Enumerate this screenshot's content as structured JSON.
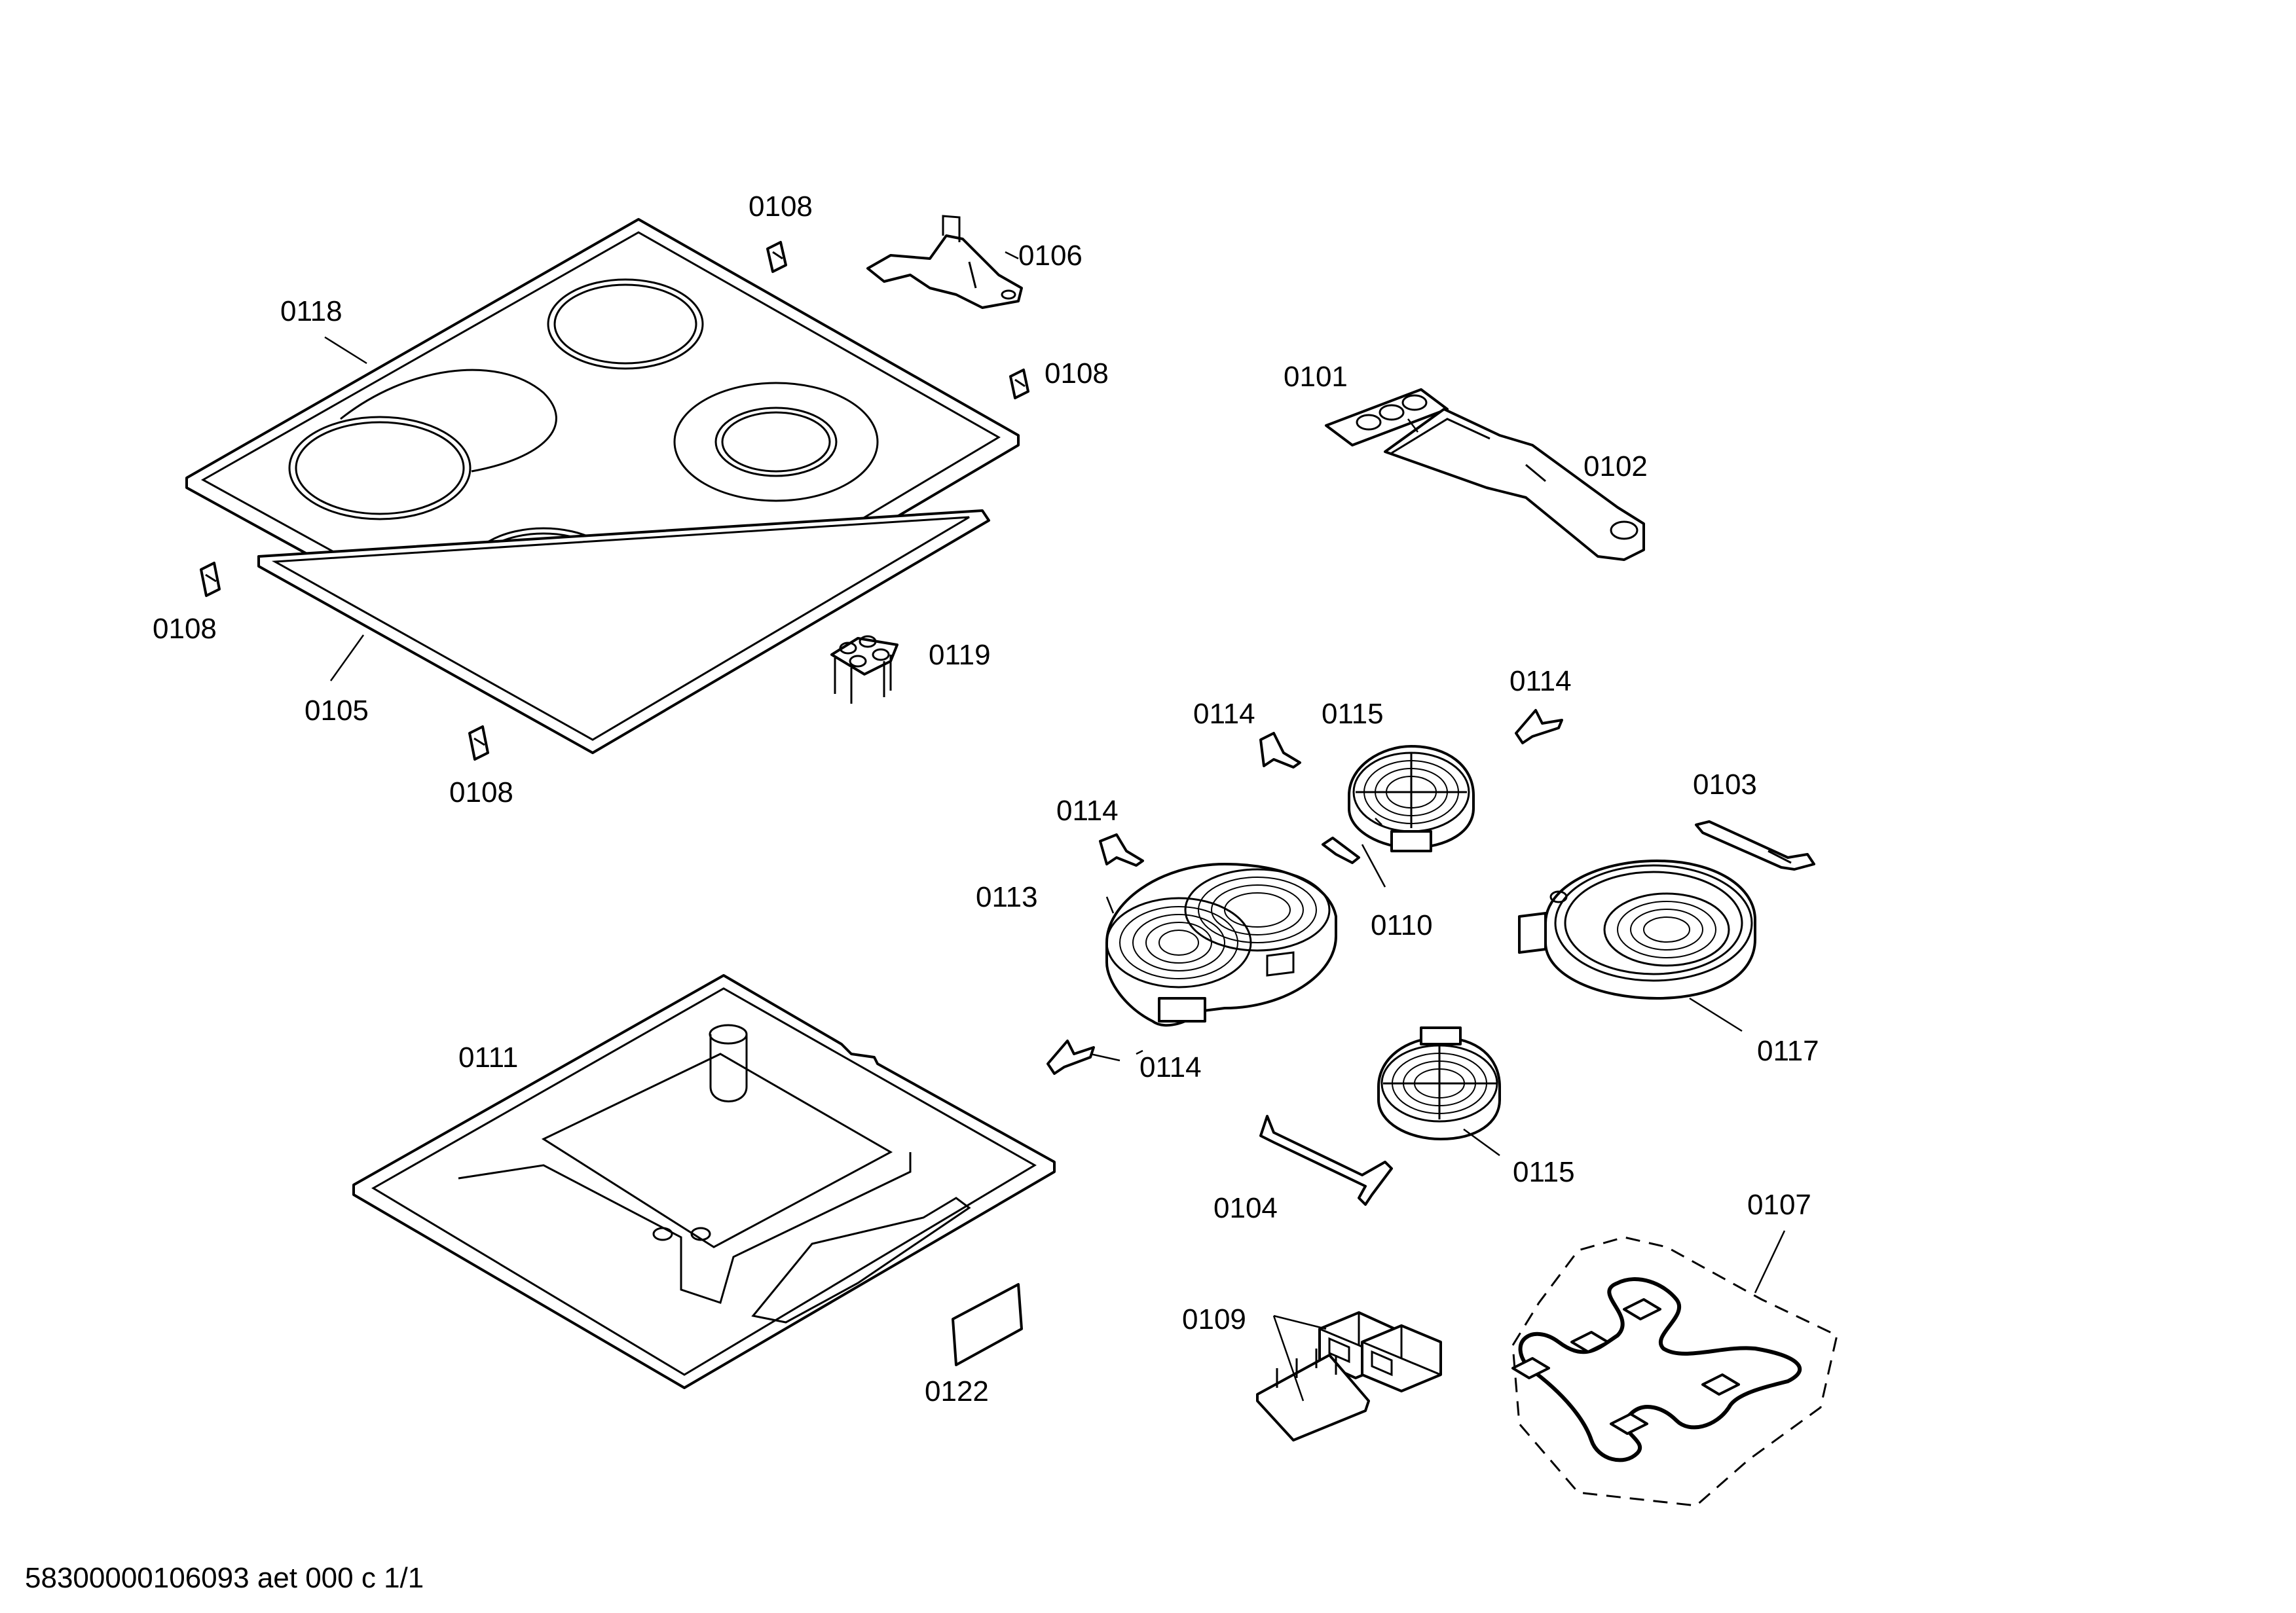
{
  "labels": {
    "p0101": "0101",
    "p0102": "0102",
    "p0103": "0103",
    "p0104": "0104",
    "p0105": "0105",
    "p0106": "0106",
    "p0107": "0107",
    "p0108a": "0108",
    "p0108b": "0108",
    "p0108c": "0108",
    "p0108d": "0108",
    "p0109": "0109",
    "p0110": "0110",
    "p0111": "0111",
    "p0113": "0113",
    "p0114a": "0114",
    "p0114b": "0114",
    "p0114c": "0114",
    "p0114d": "0114",
    "p0115a": "0115",
    "p0115b": "0115",
    "p0117": "0117",
    "p0118": "0118",
    "p0119": "0119",
    "p0122": "0122"
  },
  "footer": "58300000106093 aet 000 c 1/1"
}
